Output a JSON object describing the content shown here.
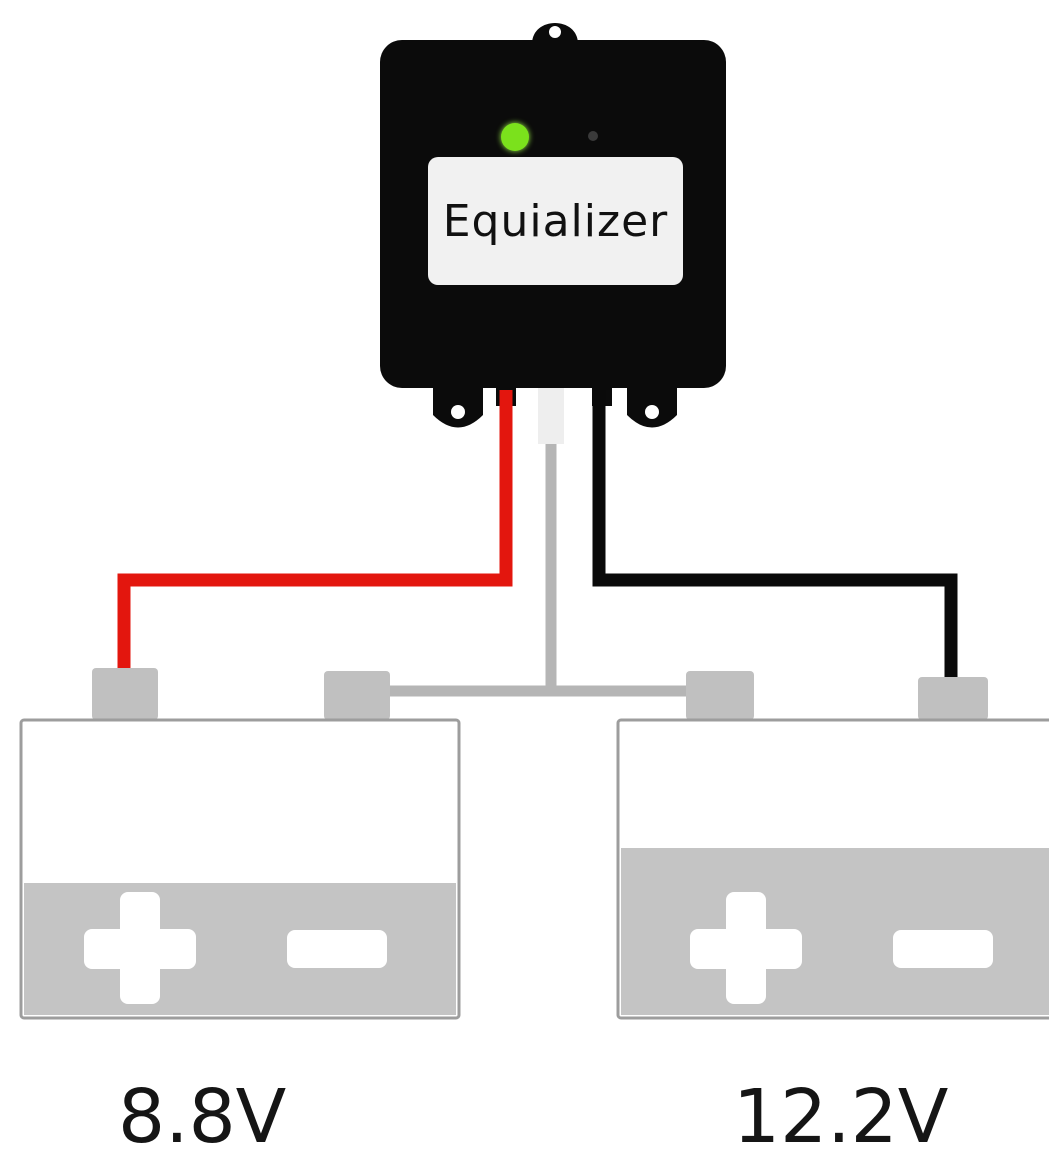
{
  "device": {
    "label": "Equializer",
    "led_active_color": "#7be11c"
  },
  "batteries": [
    {
      "voltage": "8.8V",
      "charge_level": 0.45
    },
    {
      "voltage": "12.2V",
      "charge_level": 0.57
    }
  ],
  "colors": {
    "positive_wire": "#e3160e",
    "negative_wire": "#0a0a0a",
    "middle_wire": "#b5b5b5",
    "battery_fill": "#c4c4c4",
    "terminal": "#c0c0c0"
  },
  "icons": [
    "plus-icon",
    "minus-icon"
  ]
}
